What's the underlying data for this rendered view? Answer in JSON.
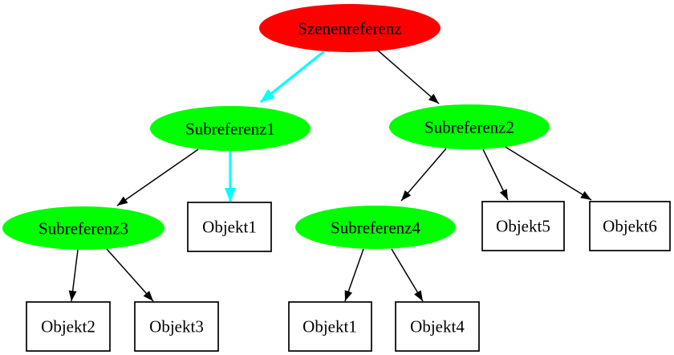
{
  "diagram": {
    "type": "directed-graph",
    "background": "#ffffff",
    "colors": {
      "root_fill": "#ff0000",
      "reference_fill": "#00ff00",
      "object_fill": "#ffffff",
      "object_border": "#000000",
      "edge": "#000000",
      "highlight_edge": "#00ffff",
      "label_text": "#000000"
    },
    "nodes": [
      {
        "id": "szenenreferenz",
        "label": "Szenenreferenz",
        "shape": "ellipse",
        "fill": "#ff0000"
      },
      {
        "id": "subreferenz1",
        "label": "Subreferenz1",
        "shape": "ellipse",
        "fill": "#00ff00"
      },
      {
        "id": "subreferenz2",
        "label": "Subreferenz2",
        "shape": "ellipse",
        "fill": "#00ff00"
      },
      {
        "id": "subreferenz3",
        "label": "Subreferenz3",
        "shape": "ellipse",
        "fill": "#00ff00"
      },
      {
        "id": "objekt1_mitte",
        "label": "Objekt1",
        "shape": "box",
        "fill": "#ffffff"
      },
      {
        "id": "subreferenz4",
        "label": "Subreferenz4",
        "shape": "ellipse",
        "fill": "#00ff00"
      },
      {
        "id": "objekt5",
        "label": "Objekt5",
        "shape": "box",
        "fill": "#ffffff"
      },
      {
        "id": "objekt6",
        "label": "Objekt6",
        "shape": "box",
        "fill": "#ffffff"
      },
      {
        "id": "objekt2",
        "label": "Objekt2",
        "shape": "box",
        "fill": "#ffffff"
      },
      {
        "id": "objekt3",
        "label": "Objekt3",
        "shape": "box",
        "fill": "#ffffff"
      },
      {
        "id": "objekt1_unten",
        "label": "Objekt1",
        "shape": "box",
        "fill": "#ffffff"
      },
      {
        "id": "objekt4",
        "label": "Objekt4",
        "shape": "box",
        "fill": "#ffffff"
      }
    ],
    "edges": [
      {
        "from": "szenenreferenz",
        "to": "subreferenz1",
        "color": "#00ffff",
        "highlighted": true
      },
      {
        "from": "szenenreferenz",
        "to": "subreferenz2",
        "color": "#000000",
        "highlighted": false
      },
      {
        "from": "subreferenz1",
        "to": "subreferenz3",
        "color": "#000000",
        "highlighted": false
      },
      {
        "from": "subreferenz1",
        "to": "objekt1_mitte",
        "color": "#00ffff",
        "highlighted": true
      },
      {
        "from": "subreferenz2",
        "to": "subreferenz4",
        "color": "#000000",
        "highlighted": false
      },
      {
        "from": "subreferenz2",
        "to": "objekt5",
        "color": "#000000",
        "highlighted": false
      },
      {
        "from": "subreferenz2",
        "to": "objekt6",
        "color": "#000000",
        "highlighted": false
      },
      {
        "from": "subreferenz3",
        "to": "objekt2",
        "color": "#000000",
        "highlighted": false
      },
      {
        "from": "subreferenz3",
        "to": "objekt3",
        "color": "#000000",
        "highlighted": false
      },
      {
        "from": "subreferenz4",
        "to": "objekt1_unten",
        "color": "#000000",
        "highlighted": false
      },
      {
        "from": "subreferenz4",
        "to": "objekt4",
        "color": "#000000",
        "highlighted": false
      }
    ]
  }
}
